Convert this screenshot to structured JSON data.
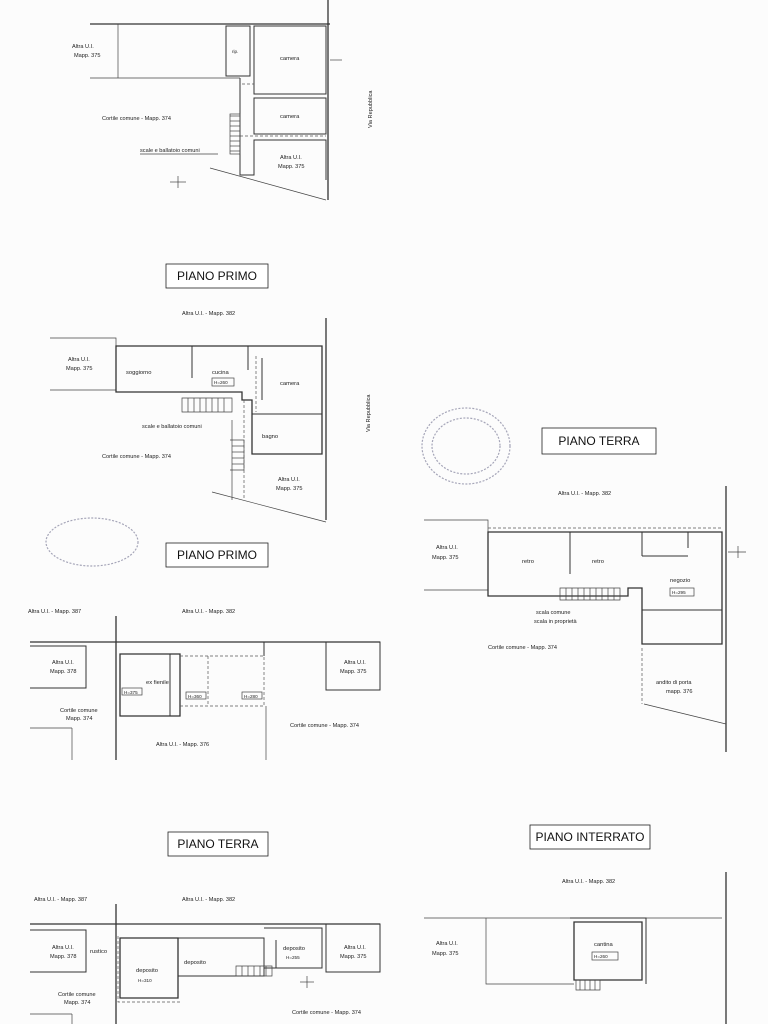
{
  "plan1": {
    "altra_ui_375": [
      "Altra U.I.",
      "Mapp. 375"
    ],
    "rip": "rip.",
    "camera_a": "camera",
    "camera_b": "camera",
    "cortile": "Cortile comune - Mapp. 374",
    "scale": "scale e ballatoio comuni",
    "altra_ui_375_b": [
      "Altra U.I.",
      "Mapp. 375"
    ],
    "via": "Via Repubblica"
  },
  "plan2": {
    "title": "PIANO PRIMO",
    "altra_ui_382": "Altra U.I. - Mapp. 382",
    "altra_ui_375": [
      "Altra U.I.",
      "Mapp. 375"
    ],
    "soggiorno": "soggiorno",
    "cucina": "cucina",
    "cucina_h": "H=260",
    "camera": "camera",
    "bagno": "bagno",
    "scale": "scale e ballatoio comuni",
    "cortile": "Cortile comune - Mapp. 374",
    "altra_ui_375_b": [
      "Altra U.I.",
      "Mapp. 375"
    ],
    "via": "Via Repubblica"
  },
  "plan3": {
    "title": "PIANO PRIMO",
    "altra_ui_387": "Altra U.I. - Mapp. 387",
    "altra_ui_382": "Altra U.I. - Mapp. 382",
    "altra_ui_378": [
      "Altra U.I.",
      "Mapp. 378"
    ],
    "ex_fienile": "ex fienile",
    "h1": "H=375",
    "h2": "H=360",
    "h3": "H=280",
    "altra_ui_375": [
      "Altra U.I.",
      "Mapp. 375"
    ],
    "cortile_left": [
      "Cortile comune",
      "Mapp. 374"
    ],
    "cortile_right": "Cortile comune - Mapp. 374",
    "altra_ui_376": "Altra U.I. - Mapp. 376"
  },
  "plan4": {
    "title": "PIANO TERRA",
    "altra_ui_382": "Altra U.I. - Mapp. 382",
    "altra_ui_375": [
      "Altra U.I.",
      "Mapp. 375"
    ],
    "retro_a": "retro",
    "retro_b": "retro",
    "negozio": "negozio",
    "negozio_h": "H=295",
    "scale_comune": "scala comune",
    "scale_propria": "scala in proprietà",
    "cortile": "Cortile comune - Mapp. 374",
    "andito": [
      "andito di porta",
      "mapp. 376"
    ]
  },
  "plan5": {
    "title": "PIANO TERRA",
    "altra_ui_387": "Altra U.I. - Mapp. 387",
    "altra_ui_382": "Altra U.I. - Mapp. 382",
    "altra_ui_378": [
      "Altra U.I.",
      "Mapp. 378"
    ],
    "rustico": "rustico",
    "deposito_a": "deposito",
    "deposito_a_h": "H=310",
    "deposito_b": "deposito",
    "deposito_c": "deposito",
    "deposito_c_h": "H=255",
    "altra_ui_375": [
      "Altra U.I.",
      "Mapp. 375"
    ],
    "cortile_left": [
      "Cortile comune",
      "Mapp. 374"
    ],
    "cortile_right": "Cortile comune - Mapp. 374"
  },
  "plan6": {
    "title": "PIANO INTERRATO",
    "altra_ui_382": "Altra U.I. - Mapp. 382",
    "altra_ui_375": [
      "Altra U.I.",
      "Mapp. 375"
    ],
    "cantina": "cantina",
    "cantina_h": "H=260"
  },
  "colors": {
    "ink": "#222222",
    "paper": "#fcfcfc"
  }
}
